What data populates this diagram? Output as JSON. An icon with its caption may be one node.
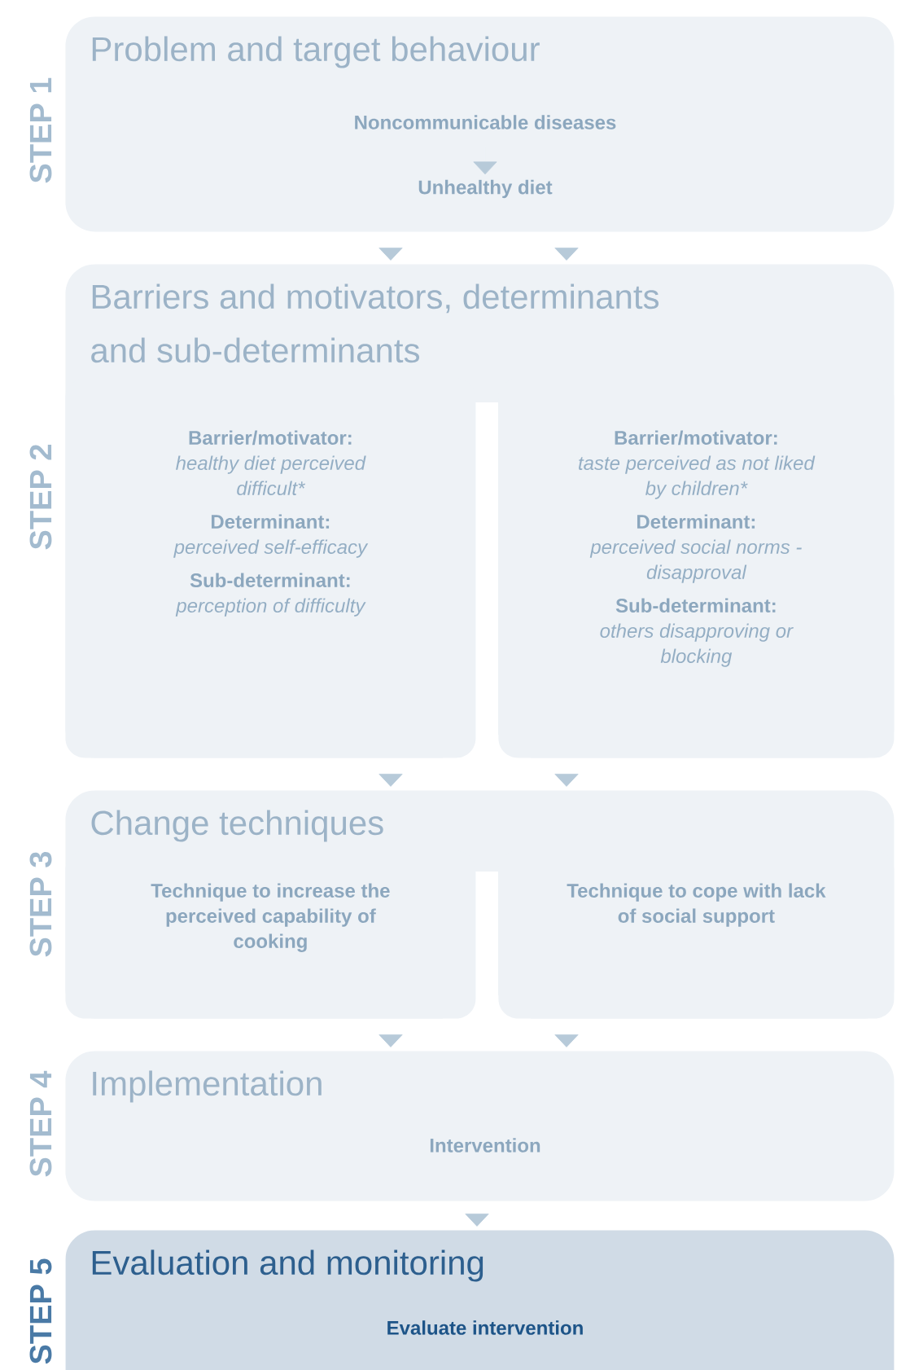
{
  "diagram": {
    "nodes": [
      {
        "text": [
          "Problem and target behaviour"
        ],
        "beside": [
          "STEP 1"
        ]
      },
      {
        "text": [
          "Noncommunicable diseases"
        ],
        "in": 0
      },
      {
        "text": [
          "Unhealthy diet"
        ],
        "in": 0
      },
      {
        "text": [
          "Barriers and motivators, determinants and sub-determinants"
        ],
        "beside": [
          "STEP 2"
        ]
      },
      {
        "text": [
          "Barrier/motivator:",
          "healthy diet perceived difficult*",
          "Determinant:",
          "perceived self-efficacy",
          "Sub-determinant:",
          "perception of difficulty"
        ],
        "in": 3
      },
      {
        "text": [
          "Barrier/motivator:",
          "taste perceived as not liked by children*",
          "Determinant:",
          "perceived social norms - disapproval",
          "Sub-determinant:",
          "others disapproving or blocking"
        ],
        "in": 3
      },
      {
        "text": [
          "Change techniques"
        ],
        "beside": [
          "STEP 3"
        ]
      },
      {
        "text": [
          "Technique to increase the perceived capability of cooking"
        ],
        "in": 6
      },
      {
        "text": [
          "Technique to cope with lack of social support"
        ],
        "in": 6
      },
      {
        "text": [
          "Implementation"
        ],
        "beside": [
          "STEP 4"
        ]
      },
      {
        "text": [
          "Intervention"
        ],
        "in": 9
      },
      {
        "text": [
          "Evaluation and monitoring"
        ],
        "beside": [
          "STEP 5"
        ]
      },
      {
        "text": [
          "Evaluate intervention"
        ],
        "in": 11
      }
    ],
    "edges": [
      {
        "from": 1,
        "to": 2,
        "arrow": "to"
      },
      {
        "from": 0,
        "to": 3,
        "arrow": "to"
      },
      {
        "from": 0,
        "to": 3,
        "arrow": "to"
      },
      {
        "from": 3,
        "to": 6,
        "arrow": "to"
      },
      {
        "from": 3,
        "to": 6,
        "arrow": "to"
      },
      {
        "from": 6,
        "to": 9,
        "arrow": "to"
      },
      {
        "from": 6,
        "to": 9,
        "arrow": "to"
      },
      {
        "from": 9,
        "to": 11,
        "arrow": "to"
      }
    ]
  }
}
